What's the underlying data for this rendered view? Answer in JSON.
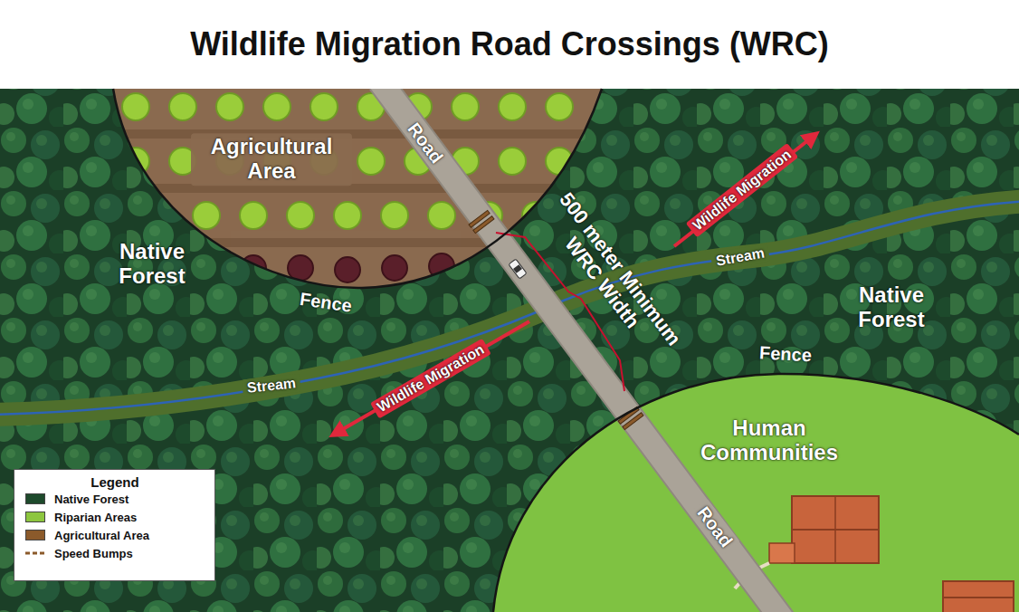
{
  "diagram": {
    "title": "Wildlife Migration Road Crossings (WRC)",
    "nodes": [
      {
        "text": [
          "Agricultural Area"
        ]
      },
      {
        "text": [
          "Human Communities"
        ]
      }
    ],
    "labels": [
      "Road",
      "Native Forest",
      "500 meter Minimum WRC Width",
      "Wildlife Migration",
      "Fence",
      "Stream",
      "Native Forest",
      "Fence",
      "Wildlife Migration",
      "Stream",
      "Road",
      "Legend"
    ],
    "legend": [
      {
        "text": "Native Forest",
        "color": "#1e4a2c"
      },
      {
        "text": "Riparian Areas",
        "color": "#8dc63f"
      },
      {
        "text": "Agricultural Area",
        "color": "#8b5a2b"
      },
      {
        "text": "Speed Bumps"
      }
    ]
  }
}
